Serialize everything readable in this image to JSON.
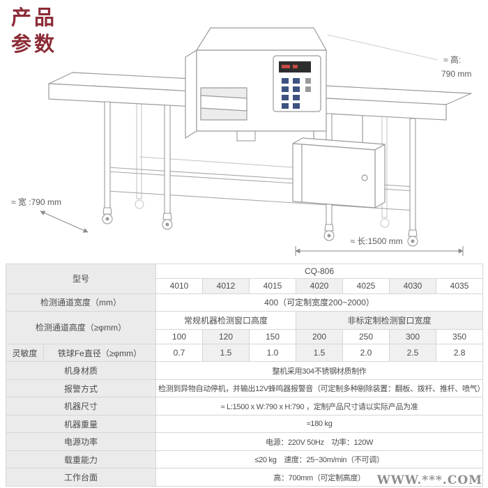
{
  "title": {
    "line1": "产品",
    "line2": "参数"
  },
  "watermark": "WWW.***.COM",
  "diagram": {
    "dim_height_label": "≈ 高:",
    "dim_height_value": "790 mm",
    "dim_width": "≈ 宽 :790 mm",
    "dim_length": "≈ 长:1500 mm"
  },
  "table": {
    "model": {
      "label": "型号",
      "name": "CQ-806"
    },
    "models": [
      "4010",
      "4012",
      "4015",
      "4020",
      "4025",
      "4030",
      "4035"
    ],
    "channel_width": {
      "label": "检测通道宽度（mm）",
      "value": "400（可定制宽度200~2000）"
    },
    "channel_height": {
      "label": "检测通道高度（≥φmm）",
      "regular_header": "常规机器检测窗口高度",
      "custom_header": "非标定制检测窗口宽度",
      "values": [
        "100",
        "120",
        "150",
        "200",
        "250",
        "300",
        "350"
      ]
    },
    "sensitivity": {
      "group_label": "灵敏度",
      "label": "铁球Fe直径（≥φmm）",
      "values": [
        "0.7",
        "1.5",
        "1.0",
        "1.5",
        "2.0",
        "2.5",
        "2.8"
      ]
    },
    "rows": [
      {
        "label": "机身材质",
        "value": "整机采用304不锈钢材质制作"
      },
      {
        "label": "报警方式",
        "value": "检测到异物自动停机，并输出12V蜂鸣器报警音（可定制多种剔除装置：翻板、拨杆、推杆、喷气）"
      },
      {
        "label": "机器尺寸",
        "value": "≈ L:1500 x W:790 x H:790 ，定制产品尺寸请以实际产品为准"
      },
      {
        "label": "机器重量",
        "value": "≈180 kg"
      },
      {
        "label": "电源功率",
        "value": "电源：220V 50Hz　功率：120W"
      },
      {
        "label": "载重能力",
        "value": "≤20 kg　速度：25~30m/min（不可调）"
      },
      {
        "label": "工作台面",
        "value": "高：700mm（可定制高度）"
      }
    ]
  }
}
